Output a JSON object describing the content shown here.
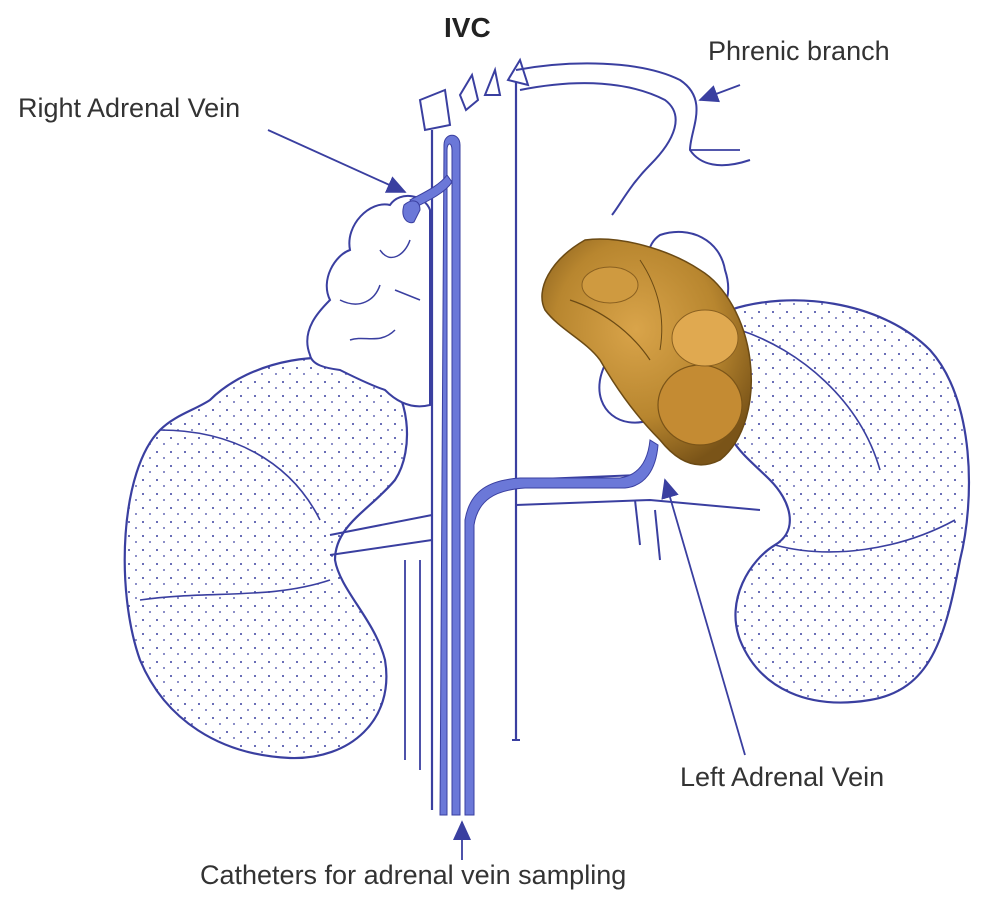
{
  "labels": {
    "ivc": "IVC",
    "phrenic_branch": "Phrenic branch",
    "right_adrenal_vein": "Right Adrenal Vein",
    "left_adrenal_vein": "Left Adrenal Vein",
    "catheters": "Catheters for adrenal vein sampling"
  },
  "colors": {
    "vessel_stroke": "#3a3fa0",
    "catheter_fill": "#6b78d8",
    "arrow": "#3a3fa0",
    "adrenal_tumor": "#b8862f",
    "text": "#333333"
  }
}
